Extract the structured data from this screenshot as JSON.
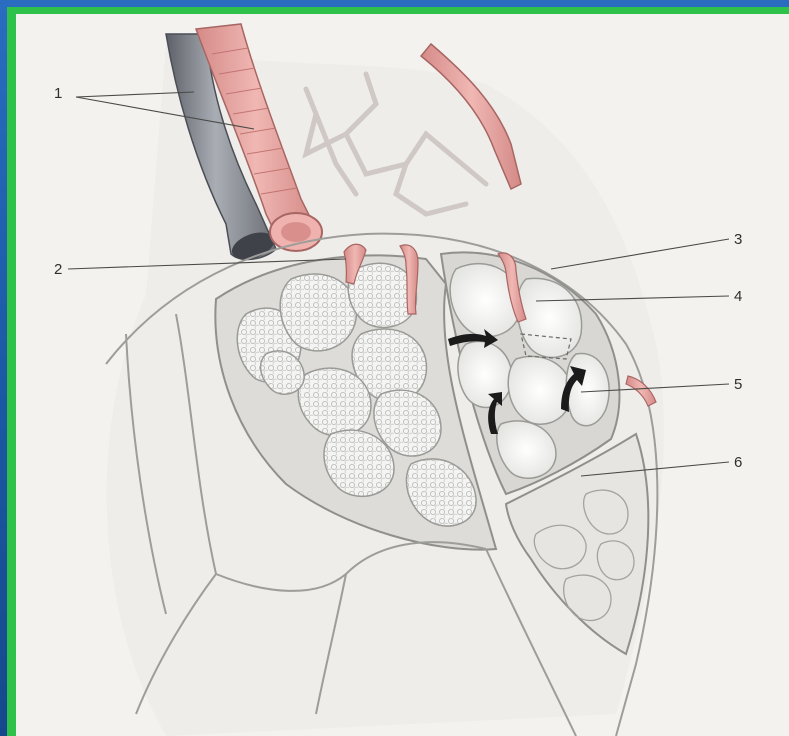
{
  "figure": {
    "labels": [
      "1",
      "2",
      "3",
      "4",
      "5",
      "6"
    ]
  },
  "colors": {
    "artery": "#e4a3a0",
    "artery_dark": "#c77f7c",
    "vein": "#8a8e96",
    "paper": "#f3f2ef",
    "frame_green": "#2fc24b",
    "slide_blue": "#1f5fa8"
  }
}
